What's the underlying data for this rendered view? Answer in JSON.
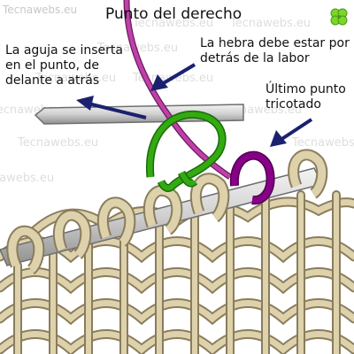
{
  "site": {
    "brand": "Tecnawebs.eu",
    "logo_icon": "four-leaf-clover-icon"
  },
  "diagram": {
    "title": "Punto del derecho",
    "callouts": {
      "needle": "La aguja se inserta en el  punto, de delante a atrás",
      "yarn": "La hebra debe estar por detrás de la labor",
      "last_stitch": "Último punto tricotado"
    }
  },
  "colors": {
    "yarn_purple": "#c040a8",
    "stitch_green": "#33aa11",
    "last_stitch_purple": "#880088",
    "needle_gray": "#cfcfcf",
    "fabric_cream": "#ded2ac",
    "arrow_navy": "#1a2270",
    "watermark_gray": "#dedede"
  }
}
